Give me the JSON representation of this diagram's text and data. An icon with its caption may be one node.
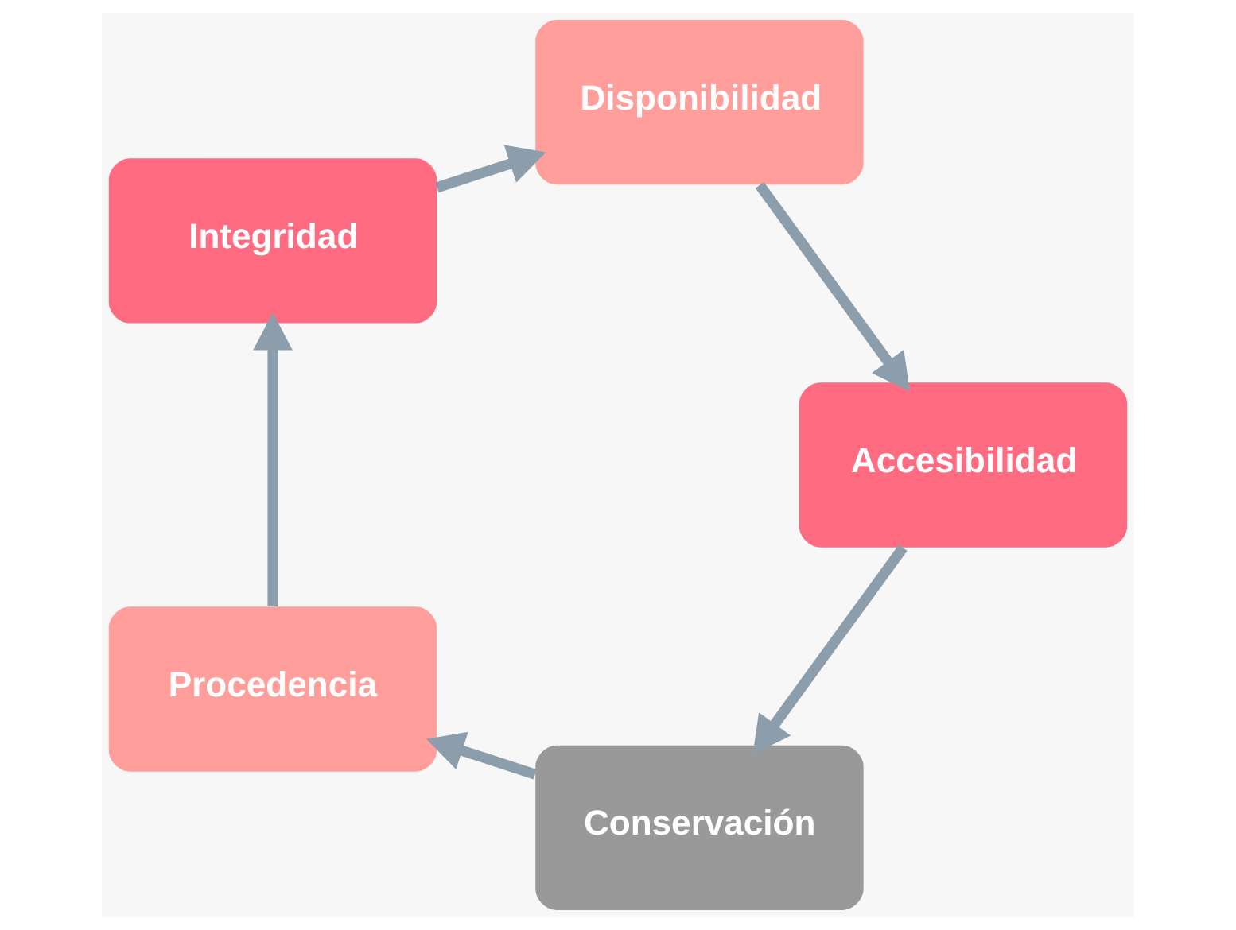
{
  "diagram": {
    "nodes": [
      {
        "text": [
          "Conservación"
        ]
      },
      {
        "text": [
          "Procedencia"
        ]
      },
      {
        "text": [
          "Integridad"
        ]
      },
      {
        "text": [
          "Disponibilidad"
        ]
      },
      {
        "text": [
          "Accesibilidad"
        ]
      }
    ],
    "edges": [
      {
        "from": 0,
        "to": 1,
        "arrow": "to"
      },
      {
        "from": 1,
        "to": 2,
        "arrow": "to"
      },
      {
        "from": 2,
        "to": 3,
        "arrow": "to"
      },
      {
        "from": 3,
        "to": 4,
        "arrow": "to"
      },
      {
        "from": 4,
        "to": 0,
        "arrow": "to"
      }
    ]
  }
}
